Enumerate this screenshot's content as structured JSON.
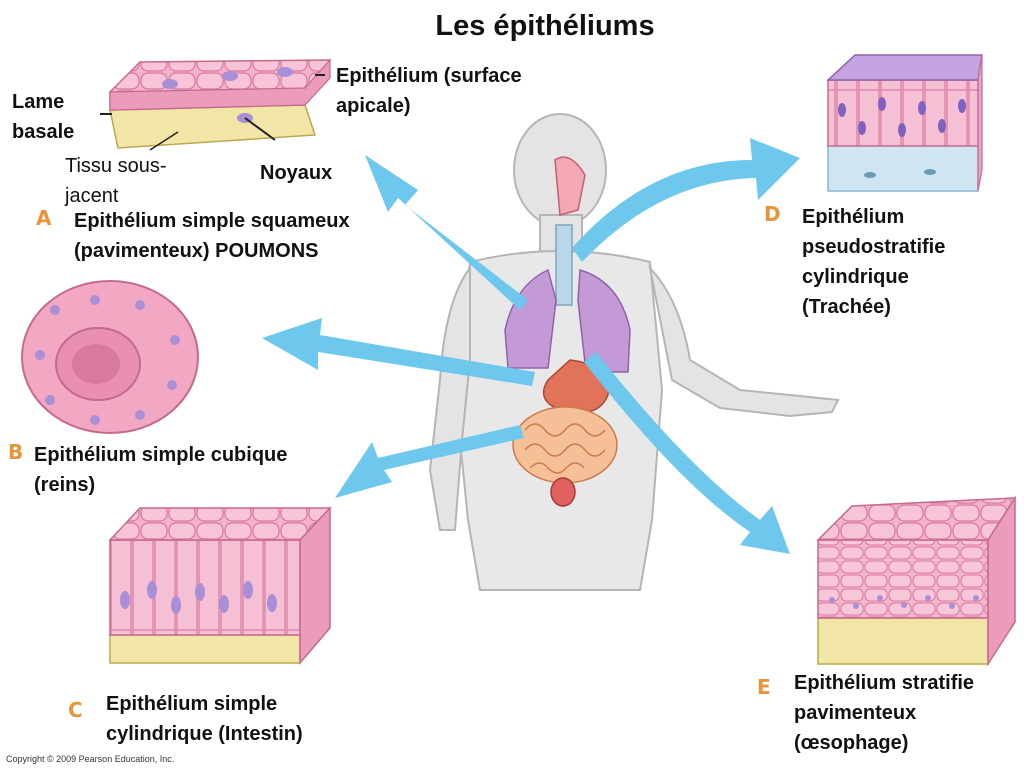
{
  "title": "Les épithéliums",
  "callouts": {
    "apical": "Epithélium (surface apicale)",
    "lame": "Lame basale",
    "tissu": "Tissu sous-jacent",
    "noyaux": "Noyaux"
  },
  "panels": {
    "A": {
      "letter": "A",
      "label": "Epithélium simple squameux (pavimenteux) POUMONS"
    },
    "B": {
      "letter": "B",
      "label": "Epithélium simple cubique (reins)"
    },
    "C": {
      "letter": "C",
      "label": "Epithélium simple cylindrique (Intestin)"
    },
    "D": {
      "letter": "D",
      "label": "Epithélium pseudostratifie cylindrique (Trachée)"
    },
    "E": {
      "letter": "E",
      "label": "Epithélium stratifie pavimenteux (œsophage)"
    }
  },
  "copyright": "Copyright © 2009 Pearson Education, Inc.",
  "colors": {
    "arrow": "#6ec8ee",
    "cell": "#f2a7c3",
    "cell_dark": "#d9799f",
    "nucleus": "#a98fd6",
    "basal": "#f1e6a6",
    "body": "#ececec",
    "lung": "#c49ad6",
    "gut": "#f2a27a",
    "letter": "#e8953a"
  }
}
